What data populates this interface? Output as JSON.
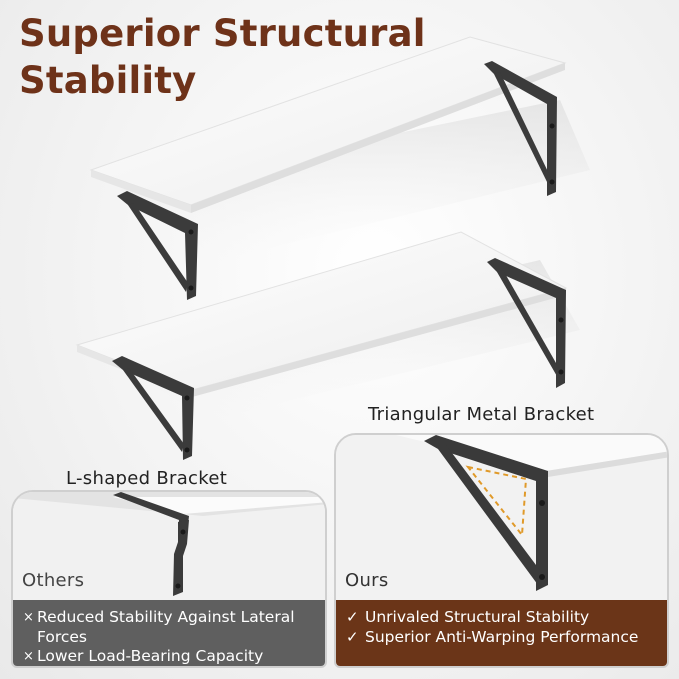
{
  "title": {
    "line1": "Superior Structural",
    "line2": "Stability"
  },
  "captions": {
    "triangular": "Triangular Metal Bracket",
    "l_shaped": "L-shaped Bracket"
  },
  "others": {
    "label": "Others",
    "points": [
      {
        "marker": "×",
        "text": "Reduced Stability Against Lateral Forces"
      },
      {
        "marker": "×",
        "text": "Lower Load-Bearing Capacity"
      }
    ]
  },
  "ours": {
    "label": "Ours",
    "points": [
      {
        "marker": "✓",
        "text": "Unrivaled Structural Stability"
      },
      {
        "marker": "✓",
        "text": "Superior Anti-Warping Performance"
      }
    ]
  },
  "colors": {
    "brand_brown": "#6e3219",
    "ours_band": "#6b3518",
    "others_band": "#5f5f5f",
    "bracket": "#3b3b3b",
    "highlight_dash": "#e09a2a"
  }
}
